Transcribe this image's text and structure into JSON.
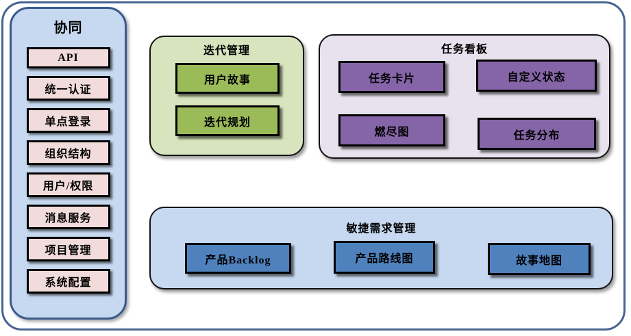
{
  "diagram": {
    "frame_border_color": "#46648F",
    "sidebar": {
      "title": "协同",
      "fill": "#C6D9F0",
      "border_color": "#3A5A8C",
      "item_fill": "#F2DCDB",
      "items": [
        "API",
        "统一认证",
        "单点登录",
        "组织结构",
        "用户/权限",
        "消息服务",
        "项目管理",
        "系统配置"
      ]
    },
    "groups": [
      {
        "title": "迭代管理",
        "fill": "#D7E4BD",
        "block_fill": "#9BBB59",
        "blocks": [
          "用户故事",
          "迭代规划"
        ]
      },
      {
        "title": "任务看板",
        "fill": "#E7E2EE",
        "block_fill": "#8565A8",
        "blocks": [
          "任务卡片",
          "自定义状态",
          "燃尽图",
          "任务分布"
        ]
      },
      {
        "title": "敏捷需求管理",
        "fill": "#C6D9F0",
        "block_fill": "#4F81BD",
        "blocks": [
          "产品Backlog",
          "产品路线图",
          "故事地图"
        ]
      }
    ]
  }
}
